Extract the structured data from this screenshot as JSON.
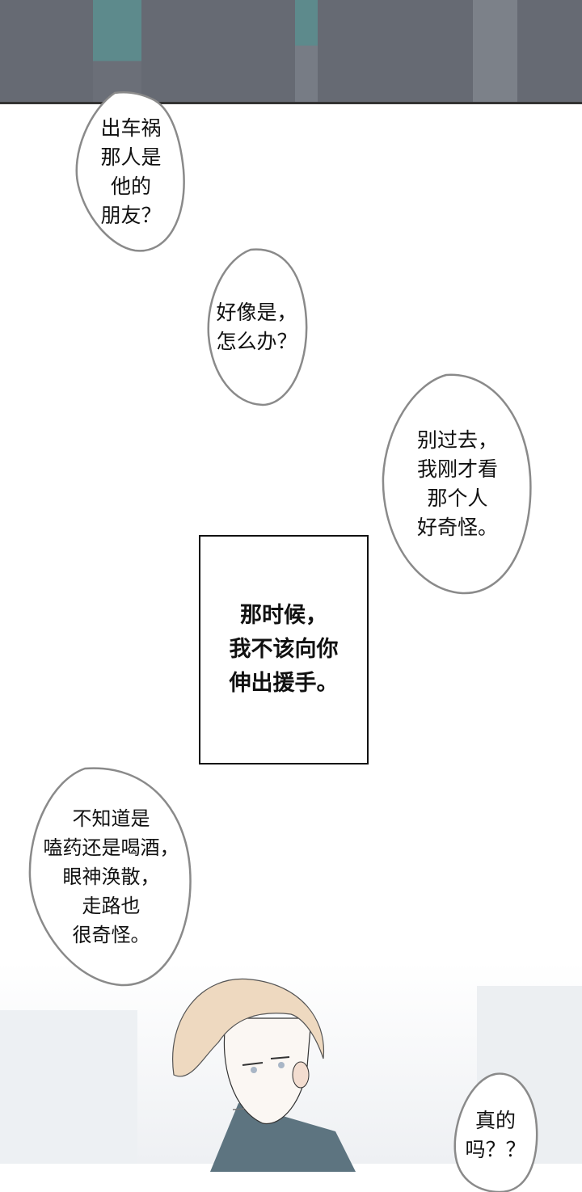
{
  "bubbles": [
    {
      "lines": [
        "出车祸",
        "那人是",
        "他的",
        "朋友？"
      ]
    },
    {
      "lines": [
        "好像是，",
        "怎么办？"
      ]
    },
    {
      "lines": [
        "别过去，",
        "我刚才看",
        "那个人",
        "好奇怪。"
      ]
    },
    {
      "lines": [
        "不知道是",
        "嗑药还是喝酒，",
        "眼神涣散，",
        "走路也",
        "很奇怪。"
      ]
    },
    {
      "lines": [
        "真的",
        "吗？？"
      ]
    }
  ],
  "narration": {
    "lines": [
      "那时候，",
      "我不该向你",
      "伸出援手。"
    ]
  },
  "colors": {
    "top_panel": "#666a73",
    "bubble_border": "#8a8a8a",
    "hair": "#eed9c0",
    "jacket": "#5d7480"
  }
}
